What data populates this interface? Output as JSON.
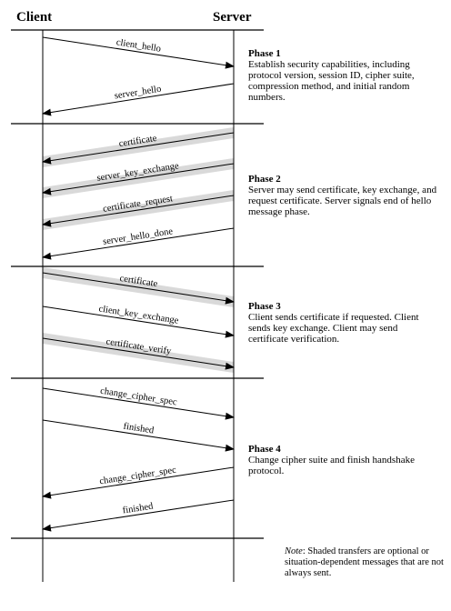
{
  "headers": {
    "client": "Client",
    "server": "Server"
  },
  "messages": [
    {
      "label": "client_hello",
      "dir": "c2s",
      "shaded": false
    },
    {
      "label": "server_hello",
      "dir": "s2c",
      "shaded": false
    },
    {
      "label": "certificate",
      "dir": "s2c",
      "shaded": true
    },
    {
      "label": "server_key_exchange",
      "dir": "s2c",
      "shaded": true
    },
    {
      "label": "certificate_request",
      "dir": "s2c",
      "shaded": true
    },
    {
      "label": "server_hello_done",
      "dir": "s2c",
      "shaded": false
    },
    {
      "label": "certificate",
      "dir": "c2s",
      "shaded": true
    },
    {
      "label": "client_key_exchange",
      "dir": "c2s",
      "shaded": false
    },
    {
      "label": "certificate_verify",
      "dir": "c2s",
      "shaded": true
    },
    {
      "label": "change_cipher_spec",
      "dir": "c2s",
      "shaded": false
    },
    {
      "label": "finished",
      "dir": "c2s",
      "shaded": false
    },
    {
      "label": "change_cipher_spec",
      "dir": "s2c",
      "shaded": false
    },
    {
      "label": "finished",
      "dir": "s2c",
      "shaded": false
    }
  ],
  "phases": [
    {
      "title": "Phase 1",
      "description": "Establish security capabilities, including protocol version, session ID, cipher suite, compression method, and initial random numbers."
    },
    {
      "title": "Phase 2",
      "description": "Server may send certificate, key exchange, and request certificate. Server signals end of hello message phase."
    },
    {
      "title": "Phase 3",
      "description": "Client sends certificate if requested. Client sends key exchange. Client may send certificate verification."
    },
    {
      "title": "Phase 4",
      "description": "Change cipher suite and finish handshake protocol."
    }
  ],
  "note": {
    "label": "Note",
    "text": ": Shaded transfers are optional or situation-dependent messages that are not always sent."
  },
  "colors": {
    "line": "#000000",
    "shade": "#d9d9d9",
    "background": "#ffffff"
  }
}
